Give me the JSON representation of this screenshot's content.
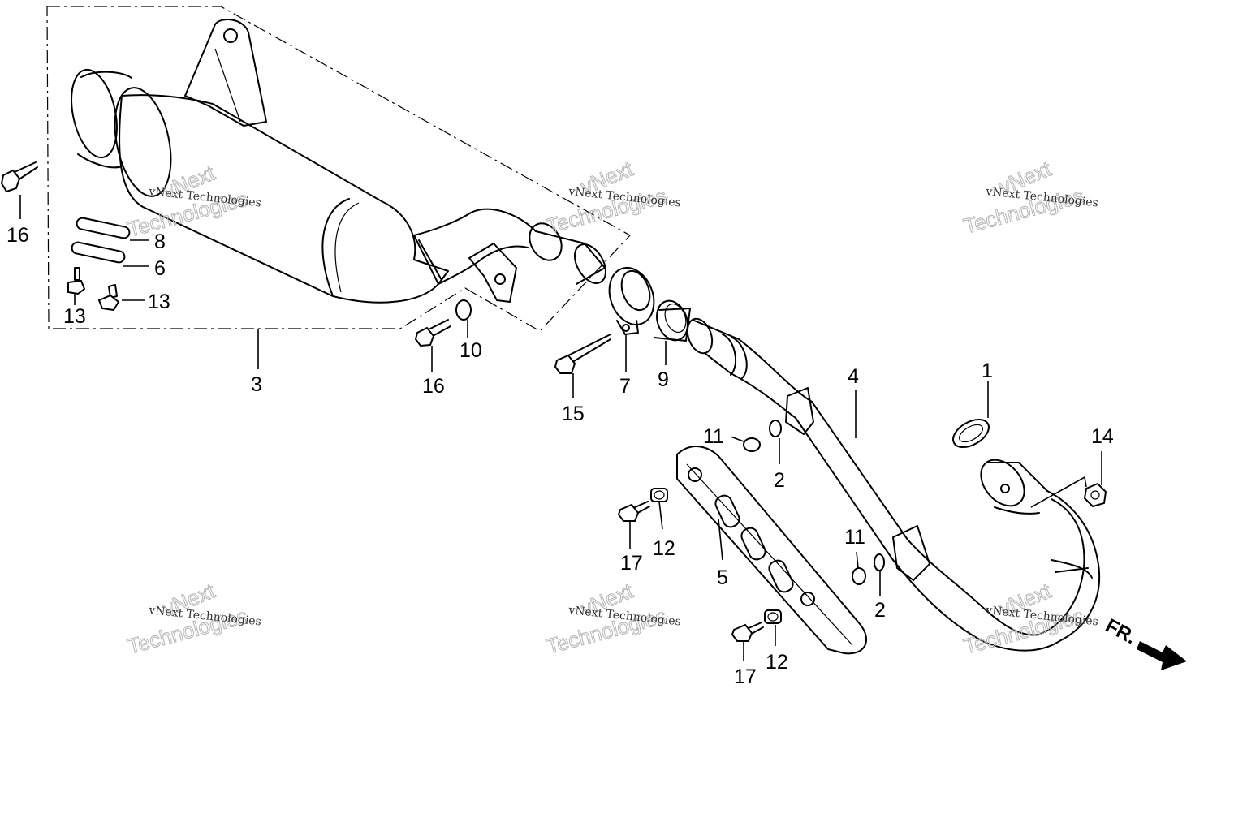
{
  "callouts": {
    "c1": "1",
    "c2a": "2",
    "c2b": "2",
    "c3": "3",
    "c4": "4",
    "c5": "5",
    "c6": "6",
    "c7": "7",
    "c8": "8",
    "c9": "9",
    "c10": "10",
    "c11a": "11",
    "c11b": "11",
    "c12a": "12",
    "c12b": "12",
    "c13a": "13",
    "c13b": "13",
    "c14": "14",
    "c15": "15",
    "c16a": "16",
    "c16b": "16",
    "c17a": "17",
    "c17b": "17"
  },
  "direction_label": "FR.",
  "watermark": {
    "small": "vNext Technologies",
    "large_top": "vNext",
    "large_bottom": "Technologies"
  }
}
